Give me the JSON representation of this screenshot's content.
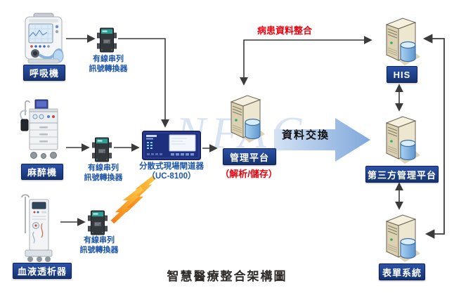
{
  "title": "智慧醫療整合架構圖",
  "watermark": "NFAC",
  "flows": {
    "patient_data": "病患資料整合",
    "exchange": "資料交換"
  },
  "devices": [
    {
      "label": "呼吸機"
    },
    {
      "label": "麻醉機"
    },
    {
      "label": "血液透析器"
    }
  ],
  "converters": [
    {
      "line1": "有線串列",
      "line2": "訊號轉換器"
    },
    {
      "line1": "有線串列",
      "line2": "訊號轉換器"
    },
    {
      "line1": "有線串列",
      "line2": "訊號轉換器"
    }
  ],
  "gateway": {
    "name": "分散式現場閘道器",
    "model": "（UC-8100）"
  },
  "management": {
    "label": "管理平台",
    "sub": "（解析/儲存）"
  },
  "systems": [
    {
      "label": "HIS"
    },
    {
      "label": "第三方管理平台"
    },
    {
      "label": "表單系統"
    }
  ],
  "colors": {
    "label_box": "#16336f",
    "accent_red": "#e8000d",
    "text_blue": "#1d55a8",
    "flow_arrow": "#7fa8db",
    "lightning": "#f5a623",
    "connector": "#3b3b3b"
  }
}
